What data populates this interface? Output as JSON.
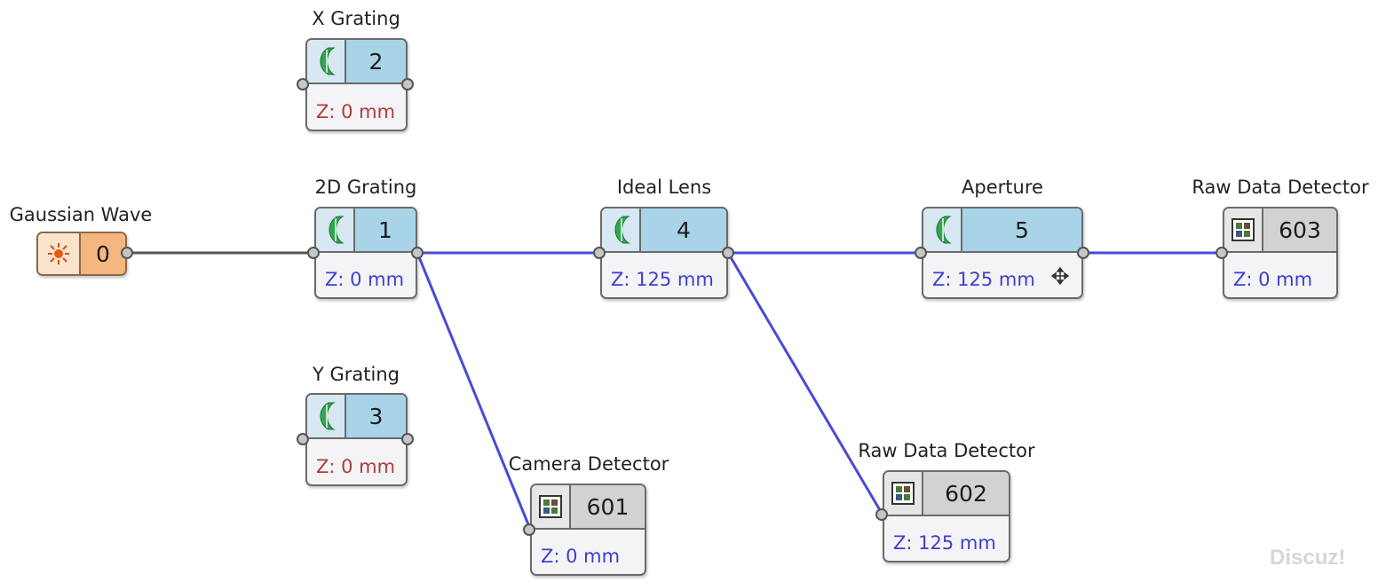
{
  "nodes": {
    "gaussian_wave": {
      "title": "Gaussian Wave",
      "index": "0",
      "icon": "sun-source-icon"
    },
    "x_grating": {
      "title": "X Grating",
      "index": "2",
      "z": "Z: 0 mm",
      "icon": "grating-icon"
    },
    "grating_2d": {
      "title": "2D Grating",
      "index": "1",
      "z": "Z: 0 mm",
      "icon": "grating-icon"
    },
    "y_grating": {
      "title": "Y Grating",
      "index": "3",
      "z": "Z: 0 mm",
      "icon": "grating-icon"
    },
    "ideal_lens": {
      "title": "Ideal Lens",
      "index": "4",
      "z": "Z: 125 mm",
      "icon": "lens-icon"
    },
    "aperture": {
      "title": "Aperture",
      "index": "5",
      "z": "Z: 125 mm",
      "icon": "aperture-icon"
    },
    "camera_detector": {
      "title": "Camera Detector",
      "index": "601",
      "z": "Z: 0 mm",
      "icon": "detector-icon"
    },
    "raw_detector_602": {
      "title": "Raw Data Detector",
      "index": "602",
      "z": "Z: 125 mm",
      "icon": "detector-icon"
    },
    "raw_detector_603": {
      "title": "Raw Data Detector",
      "index": "603",
      "z": "Z: 0 mm",
      "icon": "detector-icon"
    }
  },
  "colors": {
    "connected_wire": "#4a4ad6",
    "source_wire": "#555555",
    "z_unconnected": "#b23b3b",
    "z_connected": "#3d3fd0",
    "optical_element": "#a9d3e6",
    "detector": "#d2d2d2",
    "source": "#f6b680"
  },
  "watermark": "Discuz!"
}
